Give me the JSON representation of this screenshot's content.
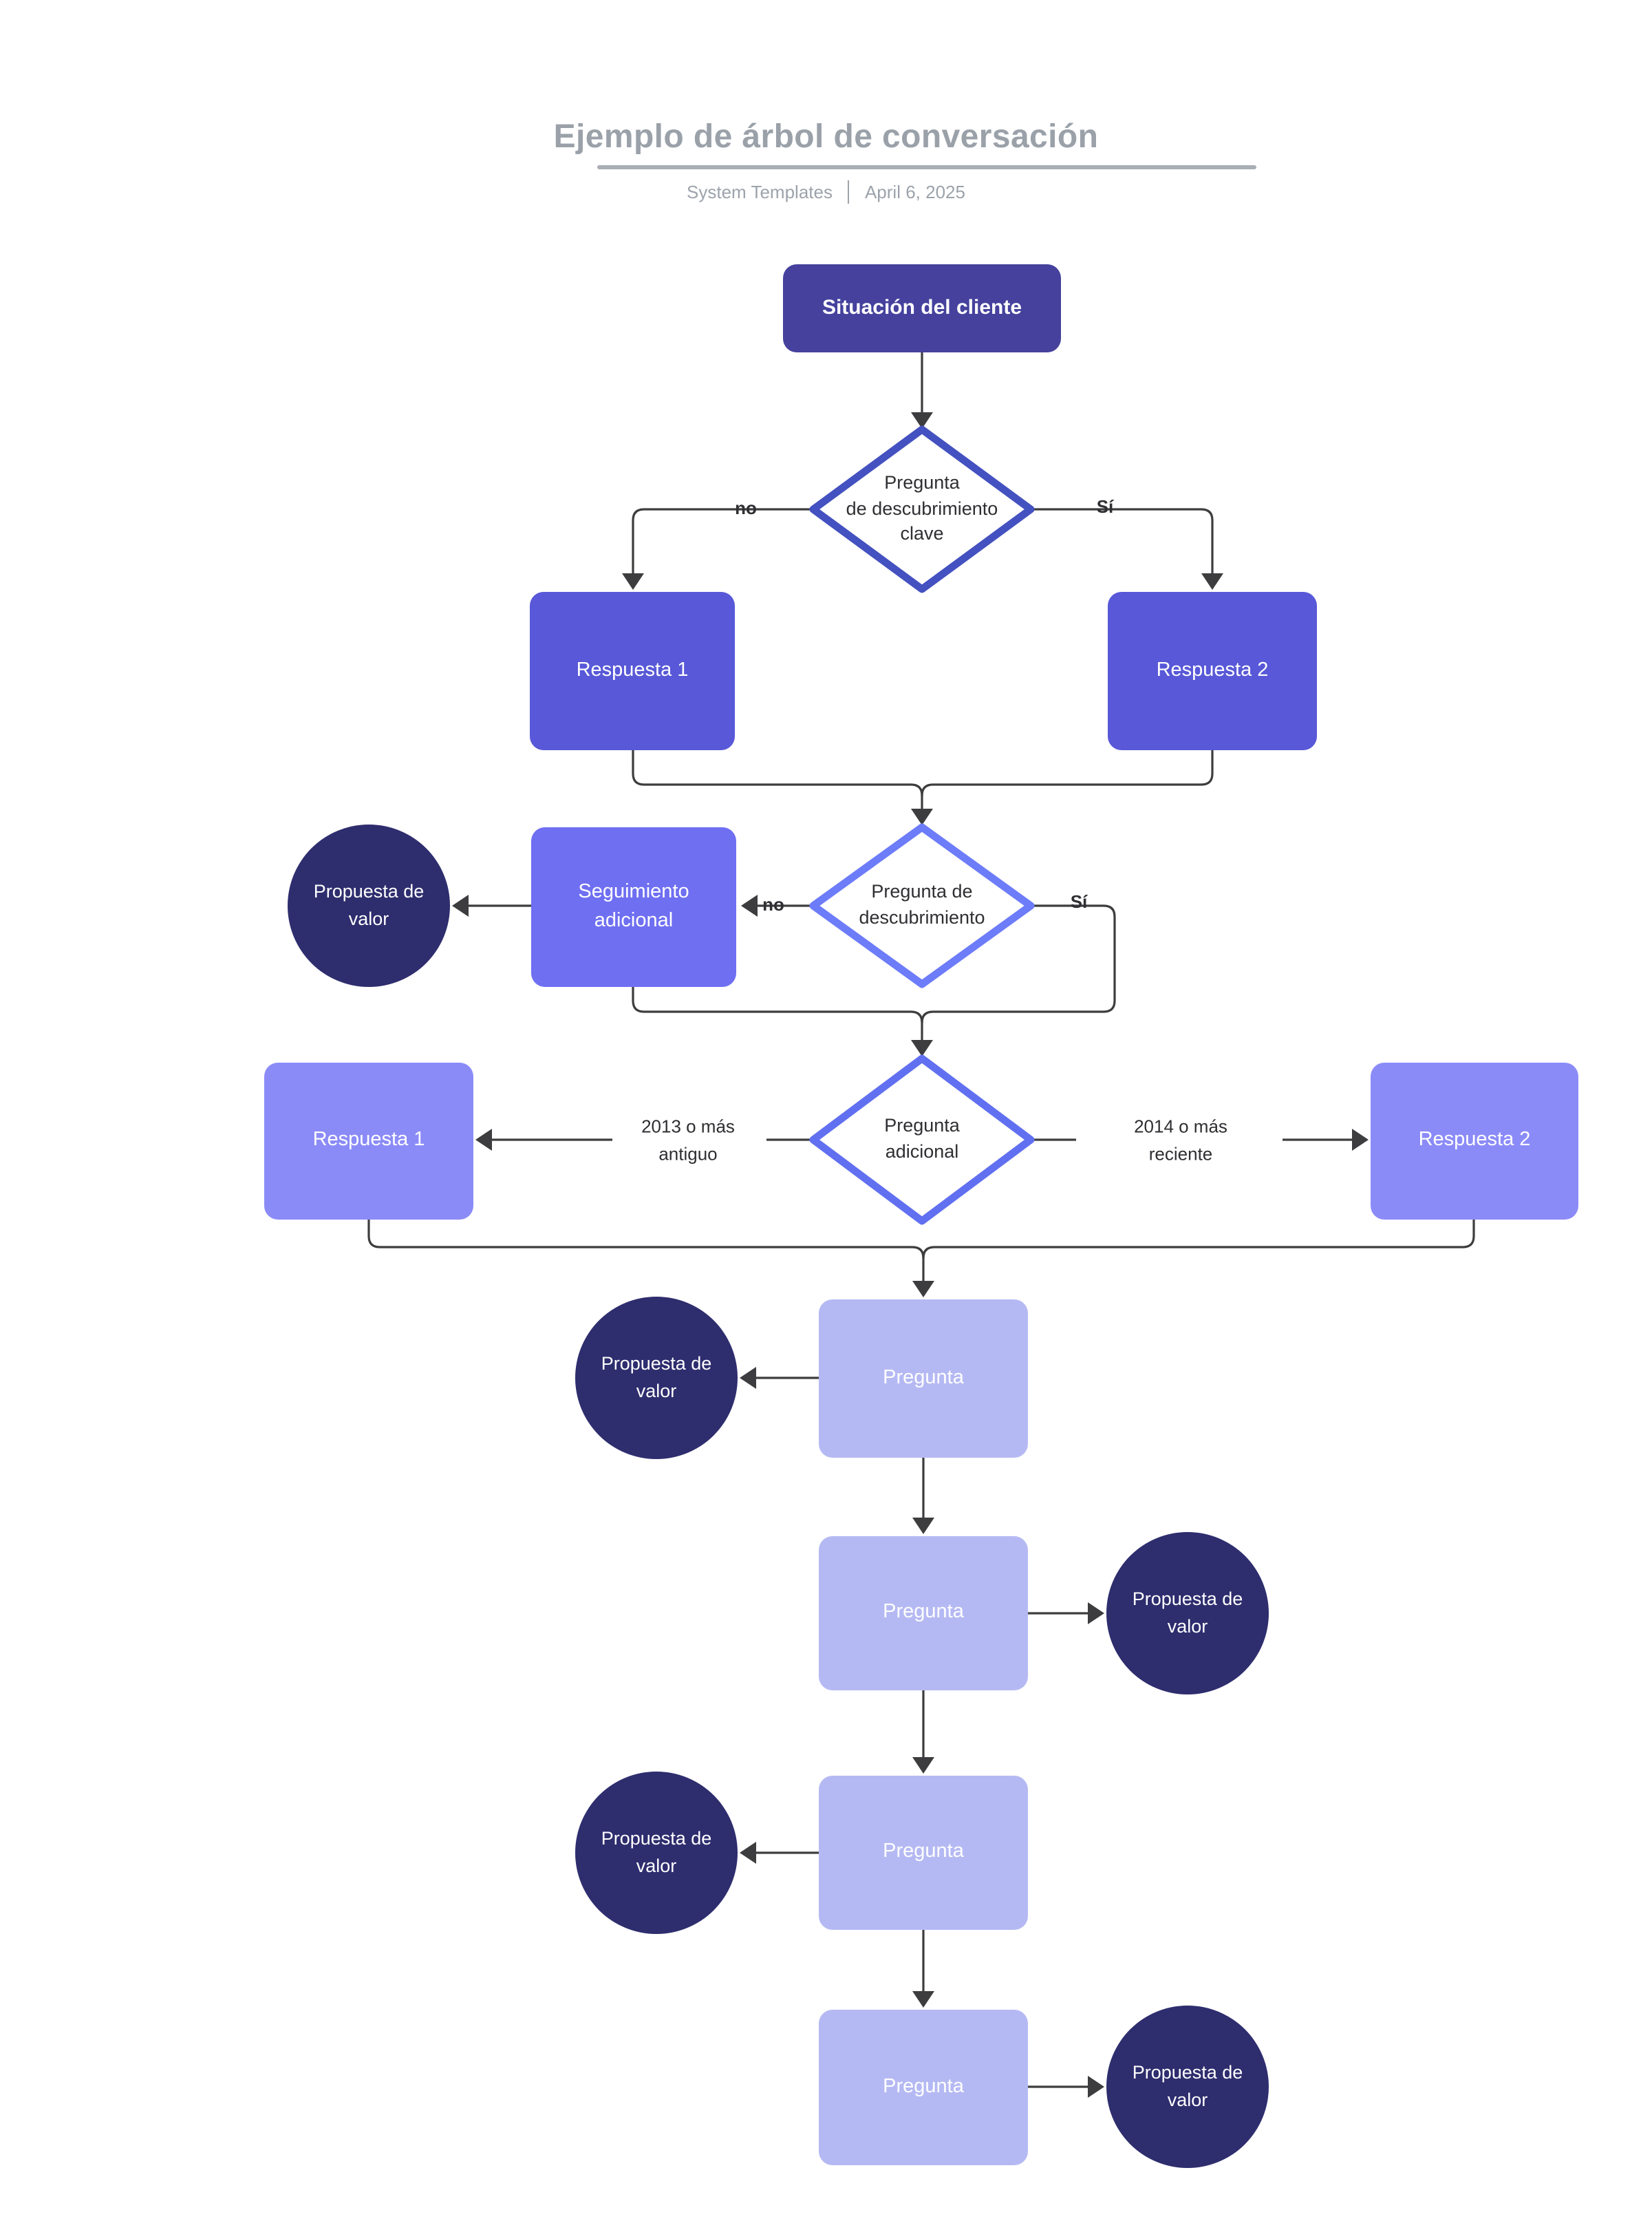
{
  "header": {
    "title": "Ejemplo de árbol de conversación",
    "author": "System Templates",
    "date": "April 6, 2025"
  },
  "palette": {
    "node_primary": "#45419d",
    "node_answer": "#5858d8",
    "node_followup": "#6f6ff2",
    "node_answer_light": "#8b8bf8",
    "node_question": "#b5b9f3",
    "node_value_circle": "#2e2d6e",
    "decision_border_dark": "#4451c0",
    "decision_border_mid": "#6170f0",
    "decision_border_light": "#6d7cf8",
    "connector": "#3d3d3f",
    "title_gray": "#9aa1a9"
  },
  "nodes": {
    "situacion": "Situación del cliente",
    "decision_clave": "Pregunta\nde descubrimiento\nclave",
    "respuesta1_top": "Respuesta 1",
    "respuesta2_top": "Respuesta 2",
    "decision_descubrimiento": "Pregunta de\ndescubrimiento",
    "seguimiento": "Seguimiento\nadicional",
    "propuesta_valor_1": "Propuesta de\nvalor",
    "decision_adicional": "Pregunta\nadicional",
    "respuesta1_mid": "Respuesta 1",
    "respuesta2_mid": "Respuesta 2",
    "pregunta_1": "Pregunta",
    "propuesta_valor_2": "Propuesta de\nvalor",
    "pregunta_2": "Pregunta",
    "propuesta_valor_3": "Propuesta de\nvalor",
    "pregunta_3": "Pregunta",
    "propuesta_valor_4": "Propuesta de\nvalor",
    "pregunta_4": "Pregunta",
    "propuesta_valor_5": "Propuesta de\nvalor"
  },
  "edges": {
    "no_clave": "no",
    "si_clave": "Sí",
    "no_descubrimiento": "no",
    "si_descubrimiento": "Sí",
    "rama_2013": "2013 o más\nantiguo",
    "rama_2014": "2014 o más\nreciente"
  }
}
